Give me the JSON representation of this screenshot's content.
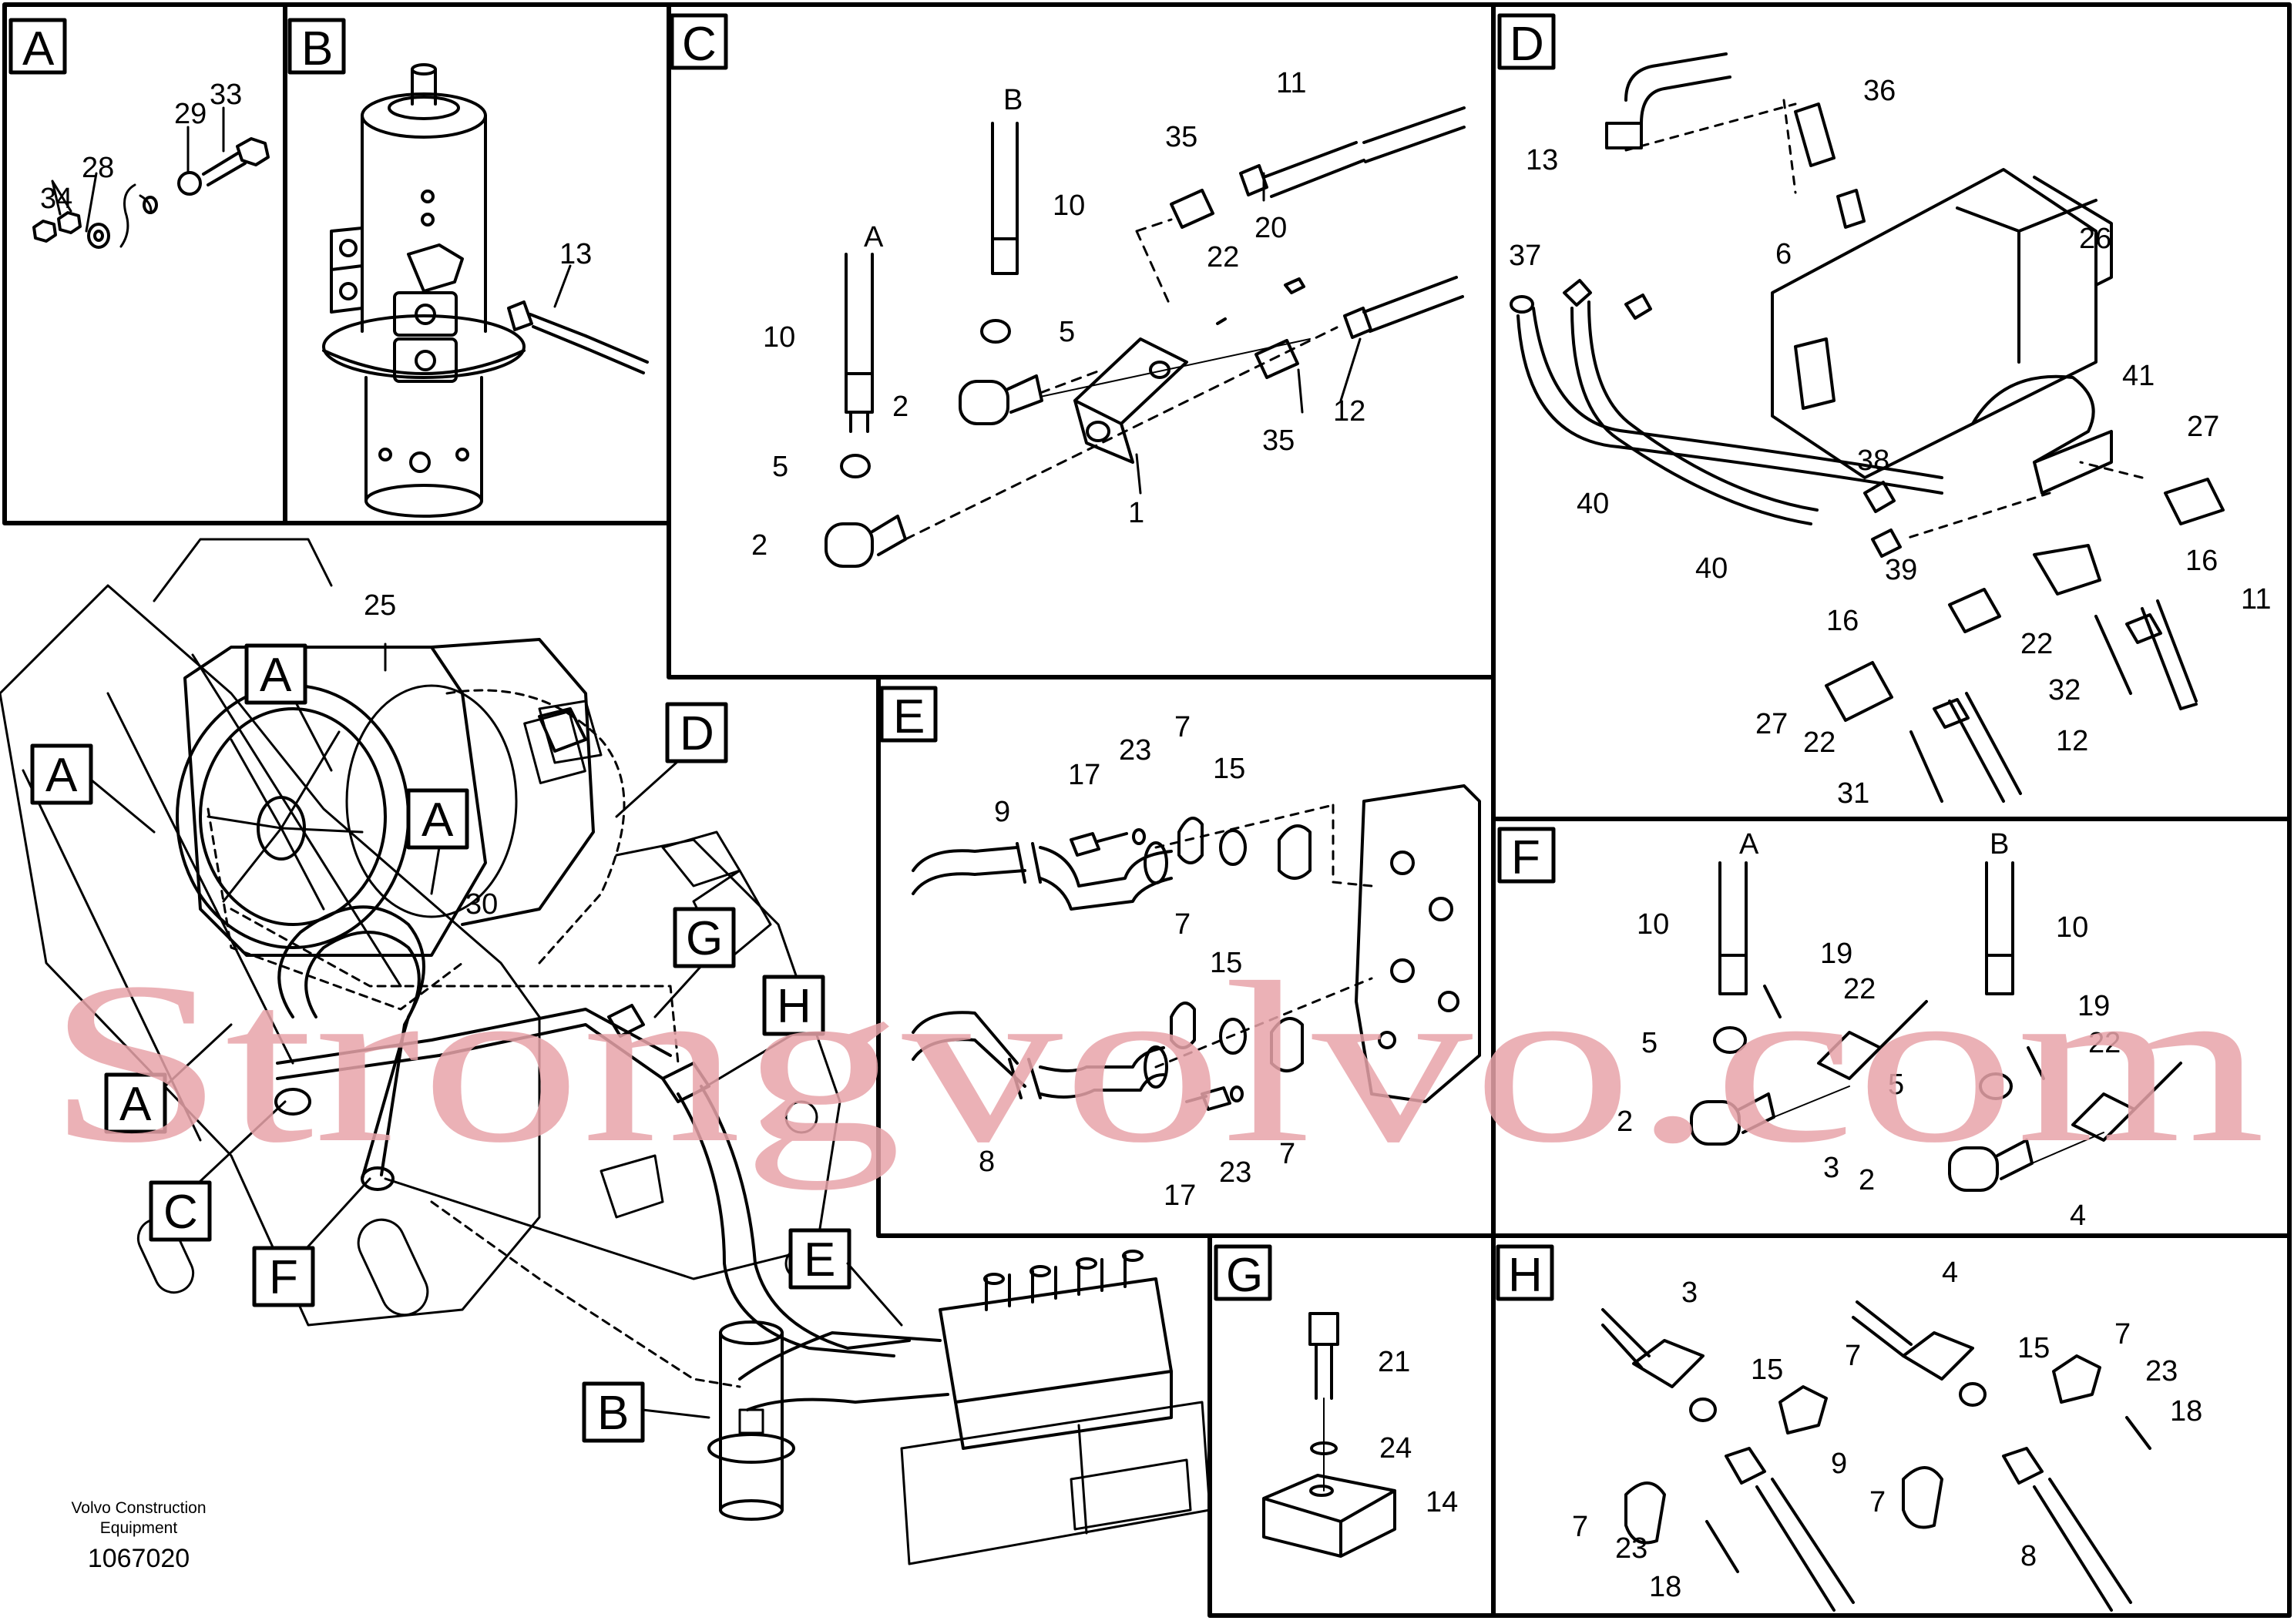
{
  "panels": {
    "A": {
      "tag": "A",
      "labels": [
        {
          "key": "p34",
          "text": "34"
        },
        {
          "key": "p28",
          "text": "28"
        },
        {
          "key": "p29",
          "text": "29"
        },
        {
          "key": "p33",
          "text": "33"
        }
      ]
    },
    "B": {
      "tag": "B",
      "labels": [
        {
          "key": "p13",
          "text": "13"
        }
      ]
    },
    "C": {
      "tag": "C",
      "labels": [
        {
          "key": "pB",
          "text": "B"
        },
        {
          "key": "pA",
          "text": "A"
        },
        {
          "key": "p10a",
          "text": "10"
        },
        {
          "key": "p10b",
          "text": "10"
        },
        {
          "key": "p5a",
          "text": "5"
        },
        {
          "key": "p5b",
          "text": "5"
        },
        {
          "key": "p2a",
          "text": "2"
        },
        {
          "key": "p2b",
          "text": "2"
        },
        {
          "key": "p1",
          "text": "1"
        },
        {
          "key": "p35a",
          "text": "35"
        },
        {
          "key": "p35b",
          "text": "35"
        },
        {
          "key": "p11",
          "text": "11"
        },
        {
          "key": "p22",
          "text": "22"
        },
        {
          "key": "p20",
          "text": "20"
        },
        {
          "key": "p12",
          "text": "12"
        }
      ]
    },
    "D": {
      "tag": "D",
      "labels": [
        {
          "key": "p13",
          "text": "13"
        },
        {
          "key": "p36",
          "text": "36"
        },
        {
          "key": "p6",
          "text": "6"
        },
        {
          "key": "p26",
          "text": "26"
        },
        {
          "key": "p37",
          "text": "37"
        },
        {
          "key": "p41",
          "text": "41"
        },
        {
          "key": "p27a",
          "text": "27"
        },
        {
          "key": "p40a",
          "text": "40"
        },
        {
          "key": "p38",
          "text": "38"
        },
        {
          "key": "p40b",
          "text": "40"
        },
        {
          "key": "p39",
          "text": "39"
        },
        {
          "key": "p16a",
          "text": "16"
        },
        {
          "key": "p16b",
          "text": "16"
        },
        {
          "key": "p22a",
          "text": "22"
        },
        {
          "key": "p11",
          "text": "11"
        },
        {
          "key": "p32",
          "text": "32"
        },
        {
          "key": "p27b",
          "text": "27"
        },
        {
          "key": "p22b",
          "text": "22"
        },
        {
          "key": "p12",
          "text": "12"
        },
        {
          "key": "p31",
          "text": "31"
        }
      ]
    },
    "E": {
      "tag": "E",
      "labels": [
        {
          "key": "p9",
          "text": "9"
        },
        {
          "key": "p17a",
          "text": "17"
        },
        {
          "key": "p23a",
          "text": "23"
        },
        {
          "key": "p7a",
          "text": "7"
        },
        {
          "key": "p15a",
          "text": "15"
        },
        {
          "key": "p7b",
          "text": "7"
        },
        {
          "key": "p15b",
          "text": "15"
        },
        {
          "key": "p8",
          "text": "8"
        },
        {
          "key": "p17b",
          "text": "17"
        },
        {
          "key": "p23b",
          "text": "23"
        },
        {
          "key": "p7c",
          "text": "7"
        }
      ]
    },
    "F": {
      "tag": "F",
      "labels": [
        {
          "key": "pA",
          "text": "A"
        },
        {
          "key": "pB",
          "text": "B"
        },
        {
          "key": "p10a",
          "text": "10"
        },
        {
          "key": "p10b",
          "text": "10"
        },
        {
          "key": "p19a",
          "text": "19"
        },
        {
          "key": "p22a",
          "text": "22"
        },
        {
          "key": "p19b",
          "text": "19"
        },
        {
          "key": "p22b",
          "text": "22"
        },
        {
          "key": "p5a",
          "text": "5"
        },
        {
          "key": "p5b",
          "text": "5"
        },
        {
          "key": "p2a",
          "text": "2"
        },
        {
          "key": "p3",
          "text": "3"
        },
        {
          "key": "p2b",
          "text": "2"
        },
        {
          "key": "p4",
          "text": "4"
        }
      ]
    },
    "G": {
      "tag": "G",
      "labels": [
        {
          "key": "p21",
          "text": "21"
        },
        {
          "key": "p24",
          "text": "24"
        },
        {
          "key": "p14",
          "text": "14"
        }
      ]
    },
    "H": {
      "tag": "H",
      "labels": [
        {
          "key": "p3",
          "text": "3"
        },
        {
          "key": "p4",
          "text": "4"
        },
        {
          "key": "p15a",
          "text": "15"
        },
        {
          "key": "p7a",
          "text": "7"
        },
        {
          "key": "p15b",
          "text": "15"
        },
        {
          "key": "p7b",
          "text": "7"
        },
        {
          "key": "p23a",
          "text": "23"
        },
        {
          "key": "p18a",
          "text": "18"
        },
        {
          "key": "p9",
          "text": "9"
        },
        {
          "key": "p7c",
          "text": "7"
        },
        {
          "key": "p7d",
          "text": "7"
        },
        {
          "key": "p8",
          "text": "8"
        },
        {
          "key": "p23b",
          "text": "23"
        },
        {
          "key": "p18b",
          "text": "18"
        }
      ]
    }
  },
  "overview": {
    "item_25": "25",
    "item_30": "30",
    "callouts": {
      "A1": "A",
      "A2": "A",
      "A3": "A",
      "A4": "A",
      "B": "B",
      "C": "C",
      "D": "D",
      "E": "E",
      "F": "F",
      "G": "G",
      "H": "H"
    }
  },
  "footer": {
    "company_line1": "Volvo Construction",
    "company_line2": "Equipment",
    "drawing_number": "1067020"
  },
  "watermark": "Strongvolvo.com"
}
